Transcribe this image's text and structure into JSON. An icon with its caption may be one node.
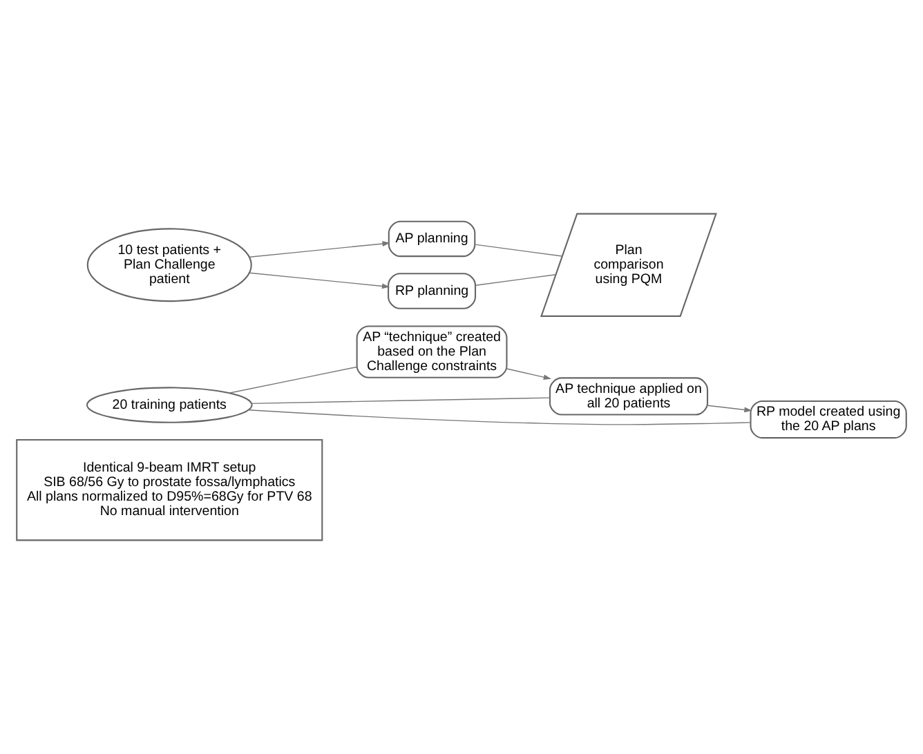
{
  "diagram": {
    "nodes": [
      {
        "text": [
          "Identical 9-beam IMRT setup",
          "SIB 68/56 Gy to prostate fossa/lymphatics",
          "All plans normalized to D95%=68Gy for PTV 68",
          "No manual intervention"
        ]
      },
      {
        "text": [
          "20 training patients"
        ]
      },
      {
        "text": [
          "AP “technique” created based on the Plan Challenge constraints"
        ]
      },
      {
        "text": [
          "AP technique applied on all 20 patients"
        ]
      },
      {
        "text": [
          "RP model created using the 20 AP plans"
        ]
      },
      {
        "text": [
          "10 test patients + Plan Challenge patient"
        ]
      },
      {
        "text": [
          "AP planning"
        ]
      },
      {
        "text": [
          "RP planning"
        ]
      },
      {
        "text": [
          "Plan comparison using PQM"
        ]
      }
    ],
    "edges": [
      {
        "from": 1,
        "to": 2,
        "arrow": "none"
      },
      {
        "from": 1,
        "to": 3,
        "arrow": "none"
      },
      {
        "from": 1,
        "to": 4,
        "arrow": "none"
      },
      {
        "from": 2,
        "to": 3,
        "arrow": "to"
      },
      {
        "from": 3,
        "to": 4,
        "arrow": "to"
      },
      {
        "from": 5,
        "to": 6,
        "arrow": "to"
      },
      {
        "from": 5,
        "to": 7,
        "arrow": "to"
      },
      {
        "from": 6,
        "to": 8,
        "arrow": "none"
      },
      {
        "from": 7,
        "to": 8,
        "arrow": "none"
      }
    ]
  }
}
